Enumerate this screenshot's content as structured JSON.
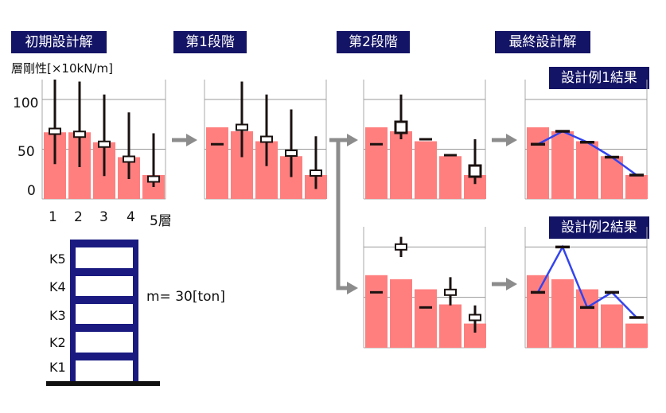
{
  "headers": {
    "initial": "初期設計解",
    "stage1": "第1段階",
    "stage2": "第2段階",
    "final": "最終設計解",
    "result1": "設計例1結果",
    "result2": "設計例2結果"
  },
  "ylabel": "層剛性[×10kN/m]",
  "yticks": [
    "100",
    "50",
    "0"
  ],
  "xticks": [
    "1",
    "2",
    "3",
    "4",
    "5層"
  ],
  "mass_label": "m= 30[ton]",
  "stiffness_labels": [
    "K5",
    "K4",
    "K3",
    "K2",
    "K1"
  ],
  "colors": {
    "header_bg": "#141466",
    "bar": "#ff7f7f",
    "frame": "#1a1a80",
    "arrow": "#8c8c8c",
    "line": "#3344ee"
  },
  "chart_data": [
    {
      "type": "bar",
      "panel": "initial",
      "categories": [
        "1",
        "2",
        "3",
        "4",
        "5層"
      ],
      "ylim": [
        0,
        120
      ],
      "bars": [
        67,
        67,
        57,
        42,
        24
      ],
      "ranges": [
        [
          35,
          120
        ],
        [
          32,
          118
        ],
        [
          23,
          105
        ],
        [
          20,
          87
        ],
        [
          12,
          66
        ]
      ],
      "medians": [
        68,
        65,
        55,
        40,
        20
      ]
    },
    {
      "type": "bar",
      "panel": "stage1",
      "ylim": [
        0,
        120
      ],
      "bars": [
        72,
        68,
        58,
        43,
        24
      ],
      "marks": [
        55,
        0,
        0,
        0,
        0
      ],
      "ranges": [
        [
          0,
          0
        ],
        [
          42,
          118
        ],
        [
          33,
          105
        ],
        [
          22,
          90
        ],
        [
          10,
          63
        ]
      ],
      "medians": [
        0,
        72,
        60,
        46,
        26
      ]
    },
    {
      "type": "bar",
      "panel": "stage2-1",
      "ylim": [
        0,
        120
      ],
      "bars": [
        72,
        68,
        58,
        43,
        24
      ],
      "marks": [
        55,
        0,
        60,
        44,
        0
      ],
      "ranges": [
        [
          0,
          0
        ],
        [
          60,
          105
        ],
        [
          0,
          0
        ],
        [
          0,
          0
        ],
        [
          15,
          60
        ]
      ],
      "medians": [
        0,
        72,
        0,
        0,
        28
      ]
    },
    {
      "type": "bar",
      "panel": "stage2-2",
      "ylim": [
        0,
        120
      ],
      "bars": [
        72,
        68,
        58,
        43,
        24
      ],
      "marks": [
        55,
        0,
        40,
        0,
        0
      ],
      "ranges": [
        [
          0,
          0
        ],
        [
          90,
          110
        ],
        [
          0,
          0
        ],
        [
          42,
          70
        ],
        [
          15,
          42
        ]
      ],
      "medians": [
        0,
        100,
        0,
        55,
        30
      ]
    },
    {
      "type": "line",
      "panel": "final-1",
      "ylim": [
        0,
        120
      ],
      "bars": [
        72,
        68,
        58,
        43,
        24
      ],
      "series": [
        {
          "values": [
            55,
            68,
            57,
            42,
            24
          ]
        }
      ]
    },
    {
      "type": "line",
      "panel": "final-2",
      "ylim": [
        0,
        120
      ],
      "bars": [
        72,
        68,
        58,
        43,
        24
      ],
      "series": [
        {
          "values": [
            55,
            100,
            40,
            55,
            30
          ]
        }
      ]
    }
  ]
}
